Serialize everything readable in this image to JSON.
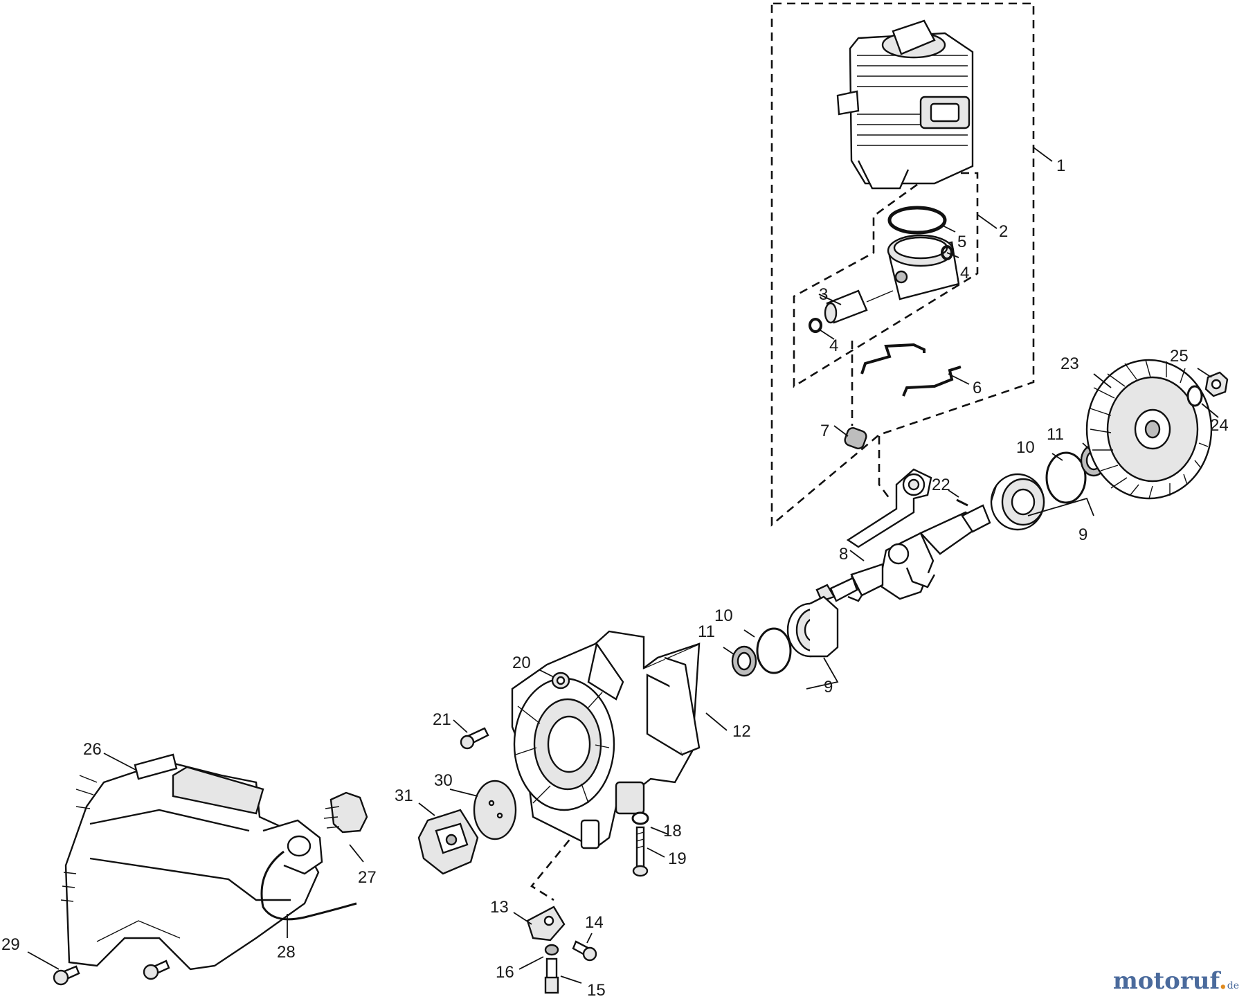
{
  "diagram": {
    "parts": [
      {
        "id": "p1",
        "label": "1"
      },
      {
        "id": "p2",
        "label": "2"
      },
      {
        "id": "p3",
        "label": "3"
      },
      {
        "id": "p4a",
        "label": "4"
      },
      {
        "id": "p4b",
        "label": "4"
      },
      {
        "id": "p5",
        "label": "5"
      },
      {
        "id": "p6",
        "label": "6"
      },
      {
        "id": "p7",
        "label": "7"
      },
      {
        "id": "p8",
        "label": "8"
      },
      {
        "id": "p9a",
        "label": "9"
      },
      {
        "id": "p9b",
        "label": "9"
      },
      {
        "id": "p10a",
        "label": "10"
      },
      {
        "id": "p10b",
        "label": "10"
      },
      {
        "id": "p11a",
        "label": "11"
      },
      {
        "id": "p11b",
        "label": "11"
      },
      {
        "id": "p12",
        "label": "12"
      },
      {
        "id": "p13",
        "label": "13"
      },
      {
        "id": "p14",
        "label": "14"
      },
      {
        "id": "p15",
        "label": "15"
      },
      {
        "id": "p16",
        "label": "16"
      },
      {
        "id": "p18",
        "label": "18"
      },
      {
        "id": "p19",
        "label": "19"
      },
      {
        "id": "p20",
        "label": "20"
      },
      {
        "id": "p21",
        "label": "21"
      },
      {
        "id": "p22",
        "label": "22"
      },
      {
        "id": "p23",
        "label": "23"
      },
      {
        "id": "p24",
        "label": "24"
      },
      {
        "id": "p25",
        "label": "25"
      },
      {
        "id": "p26",
        "label": "26"
      },
      {
        "id": "p27",
        "label": "27"
      },
      {
        "id": "p28",
        "label": "28"
      },
      {
        "id": "p29",
        "label": "29"
      },
      {
        "id": "p30",
        "label": "30"
      },
      {
        "id": "p31",
        "label": "31"
      }
    ]
  },
  "watermark": {
    "brand_main": "motoruf",
    "brand_dot": ".",
    "brand_tld": "de",
    "colors": {
      "blue": "#4a6a9c",
      "orange": "#e08a1e"
    }
  }
}
